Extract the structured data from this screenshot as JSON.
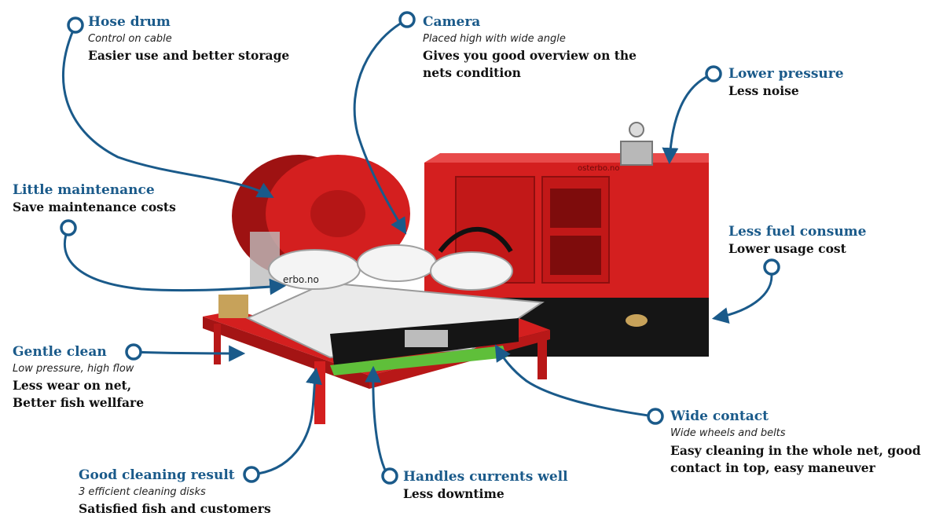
{
  "callouts": {
    "hose_drum": {
      "title": "Hose drum",
      "sub": "Control on cable",
      "desc": "Easier use and better storage"
    },
    "camera": {
      "title": "Camera",
      "sub": "Placed high with wide angle",
      "desc_1": "Gives you good overview on the",
      "desc_2": "nets condition"
    },
    "lower_pressure": {
      "title": "Lower pressure",
      "desc": "Less noise"
    },
    "little_maintenance": {
      "title": "Little maintenance",
      "desc": "Save maintenance costs"
    },
    "less_fuel": {
      "title": "Less fuel consume",
      "desc": "Lower usage cost"
    },
    "gentle_clean": {
      "title": "Gentle clean",
      "sub": "Low pressure, high flow",
      "desc_1": "Less wear on net,",
      "desc_2": "Better fish wellfare"
    },
    "wide_contact": {
      "title": "Wide contact",
      "sub": "Wide wheels and belts",
      "desc_1": "Easy cleaning in the whole net, good",
      "desc_2": "contact in top, easy maneuver"
    },
    "good_cleaning": {
      "title": "Good cleaning result",
      "sub": "3 efficient cleaning disks",
      "desc": "Satisfied fish and customers"
    },
    "handles_currents": {
      "title": "Handles currents well",
      "desc": "Less downtime"
    }
  },
  "product": {
    "brand_text": "osterbo.no",
    "robot_text": "erbo.no"
  },
  "colors": {
    "accent": "#1a5a8a",
    "machine_red": "#d41f1f",
    "dark_red": "#9e1212",
    "black": "#151515",
    "belt_green": "#5fbf3a"
  }
}
